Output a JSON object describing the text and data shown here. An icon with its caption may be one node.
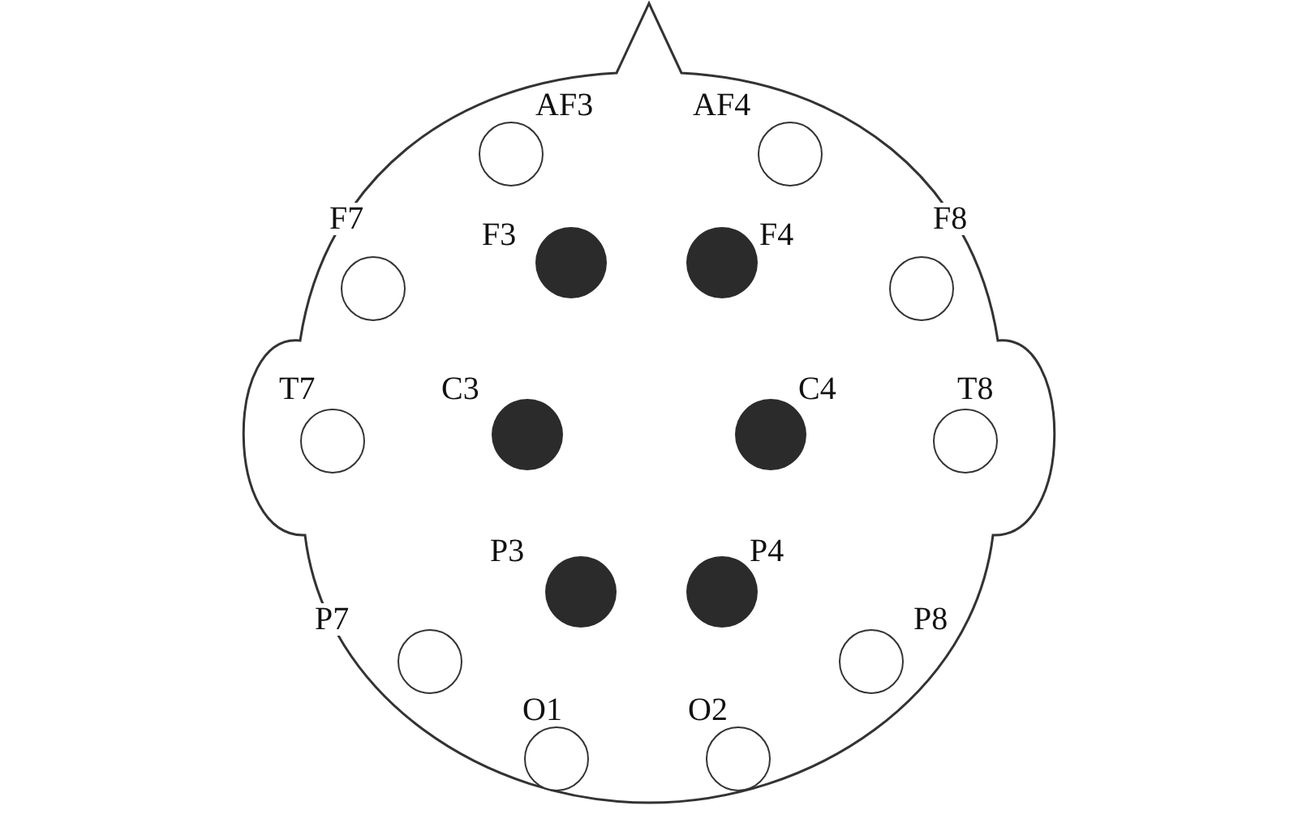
{
  "diagram": {
    "nodes": [
      {
        "text": [
          "AF3"
        ]
      },
      {
        "text": [
          "AF4"
        ]
      },
      {
        "text": [
          "F7"
        ]
      },
      {
        "text": [
          "F3"
        ]
      },
      {
        "text": [
          "F4"
        ]
      },
      {
        "text": [
          "F8"
        ]
      },
      {
        "text": [
          "T7"
        ]
      },
      {
        "text": [
          "C3"
        ]
      },
      {
        "text": [
          "C4"
        ]
      },
      {
        "text": [
          "T8"
        ]
      },
      {
        "text": [
          "P3"
        ]
      },
      {
        "text": [
          "P4"
        ]
      },
      {
        "text": [
          "P7"
        ]
      },
      {
        "text": [
          "P8"
        ]
      },
      {
        "text": [
          "O1"
        ]
      },
      {
        "text": [
          "O2"
        ]
      }
    ]
  }
}
